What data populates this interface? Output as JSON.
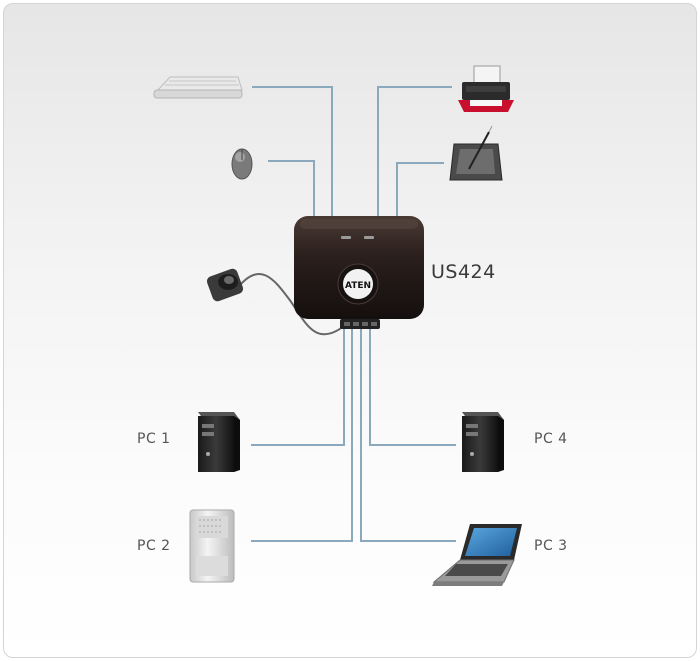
{
  "model": "US424",
  "brand": "ATEN",
  "pcs": [
    {
      "label": "PC 1"
    },
    {
      "label": "PC 2"
    },
    {
      "label": "PC 3"
    },
    {
      "label": "PC 4"
    }
  ],
  "peripherals": [
    "keyboard-icon",
    "mouse-icon",
    "printer-icon",
    "tablet-icon",
    "remote-button-icon"
  ],
  "colors": {
    "cable": "#8aa9bd",
    "device_body": "#2a1f1c",
    "background_top": "#e6e6e6"
  }
}
